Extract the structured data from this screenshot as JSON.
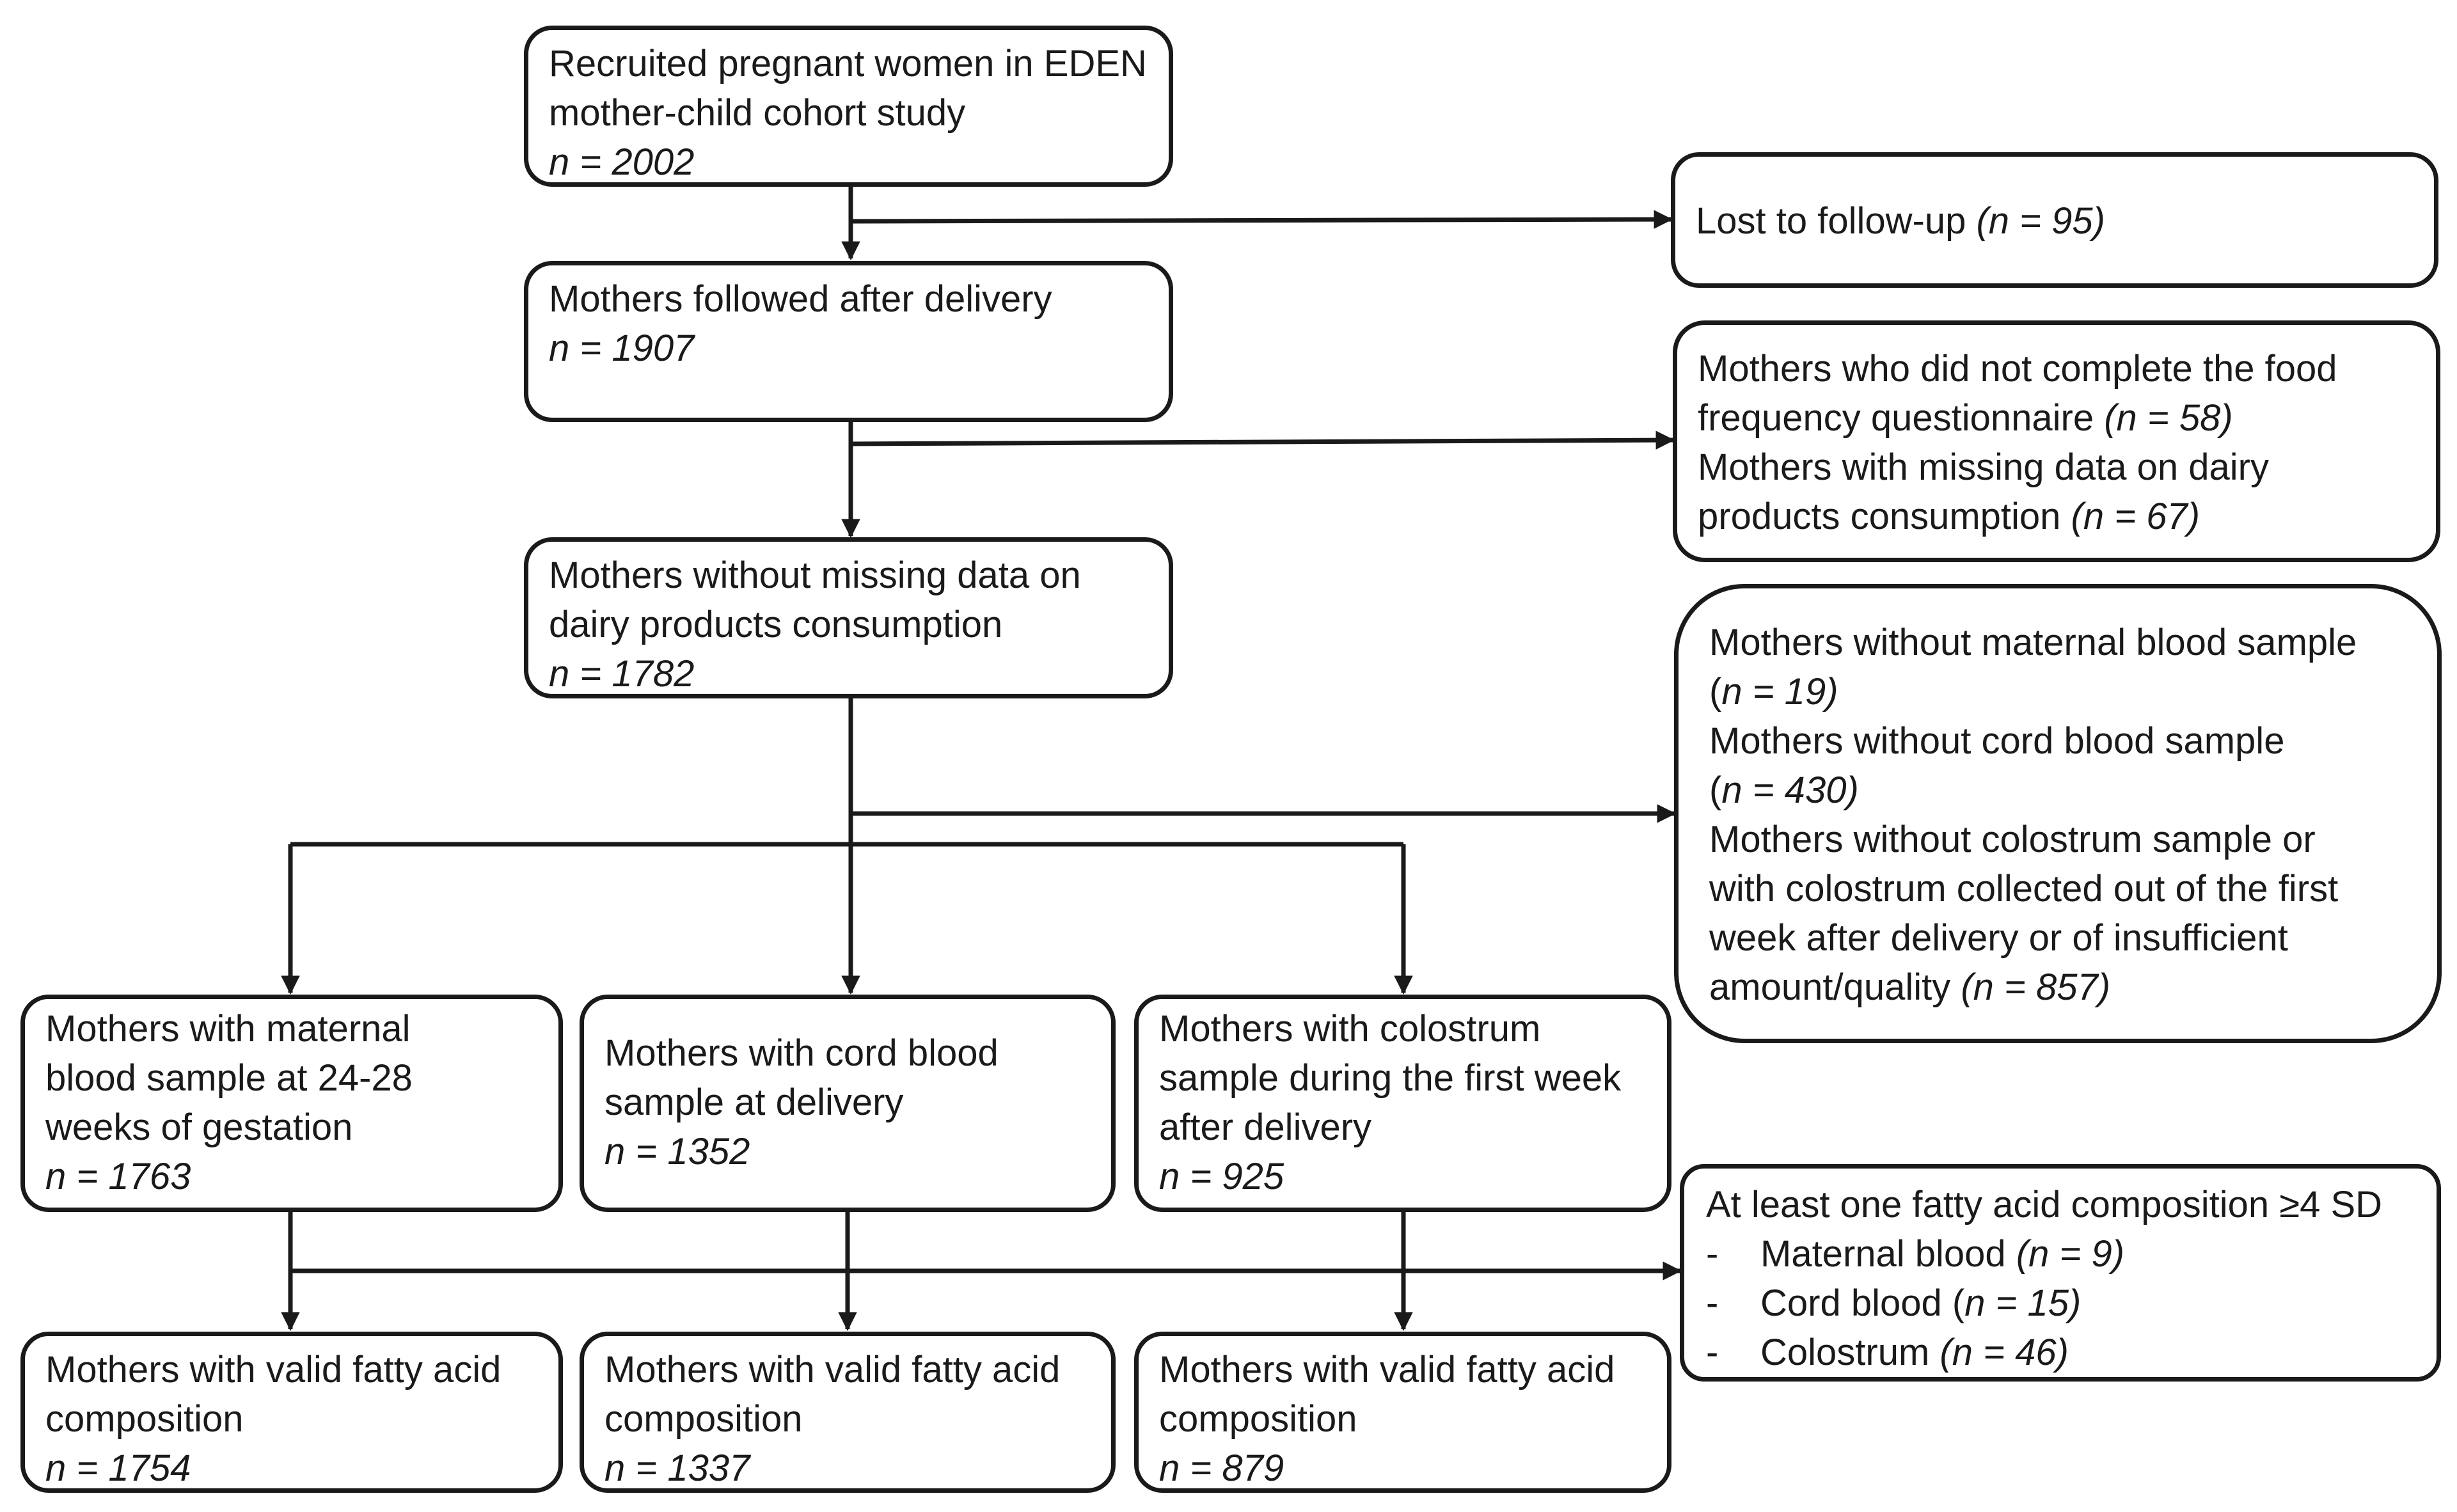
{
  "boxes": {
    "recruited": {
      "line1": "Recruited pregnant women in EDEN",
      "line2": "mother-child cohort study",
      "n": "n = 2002"
    },
    "followed": {
      "line1": "Mothers followed after delivery",
      "n": "n = 1907"
    },
    "no_missing": {
      "line1": "Mothers without missing data on",
      "line2": "dairy products consumption",
      "n": "n = 1782"
    },
    "maternal_blood": {
      "line1": "Mothers with maternal",
      "line2": "blood sample at 24-28",
      "line3": "weeks of gestation",
      "n": "n = 1763"
    },
    "cord_blood": {
      "line1": "Mothers with cord blood",
      "line2": "sample at delivery",
      "n": "n = 1352"
    },
    "colostrum": {
      "line1": "Mothers with colostrum",
      "line2": "sample during the first week",
      "line3": "after delivery",
      "n": "n = 925"
    },
    "valid_maternal": {
      "line1": "Mothers with valid fatty acid",
      "line2": "composition",
      "n": "n = 1754"
    },
    "valid_cord": {
      "line1": "Mothers with valid fatty acid",
      "line2": "composition",
      "n": "n = 1337"
    },
    "valid_colostrum": {
      "line1": "Mothers with valid fatty acid",
      "line2": "composition",
      "n": "n = 879"
    }
  },
  "exclusions": {
    "lost": {
      "text": "Lost to follow-up ",
      "n": "(n = 95)"
    },
    "ffq": {
      "a_line1": "Mothers who did not complete the food",
      "a_line2": "frequency questionnaire ",
      "a_n": "(n = 58)",
      "b_line1": "Mothers with missing data on dairy",
      "b_line2": "products consumption ",
      "b_n": "(n = 67)"
    },
    "samples": {
      "a_line1": "Mothers without maternal blood sample",
      "a_paren": "(",
      "a_n": "n = 19)",
      "b_line1": "Mothers without cord blood sample",
      "b_paren": "(",
      "b_n": "n = 430)",
      "c_line1": "Mothers without colostrum sample or",
      "c_line2": "with colostrum collected out of the first",
      "c_line3": "week after delivery or of insufficient",
      "c_line4": "amount/quality ",
      "c_n": "(n = 857)"
    },
    "outliers": {
      "title": "At least one fatty acid composition ≥4 SD",
      "dash": "-",
      "i1_label": "Maternal blood ",
      "i1_n": "(n = 9)",
      "i2_label": "Cord blood ",
      "i2_paren": "(",
      "i2_n": "n = 15)",
      "i3_label": "Colostrum ",
      "i3_n": "(n = 46)"
    }
  }
}
